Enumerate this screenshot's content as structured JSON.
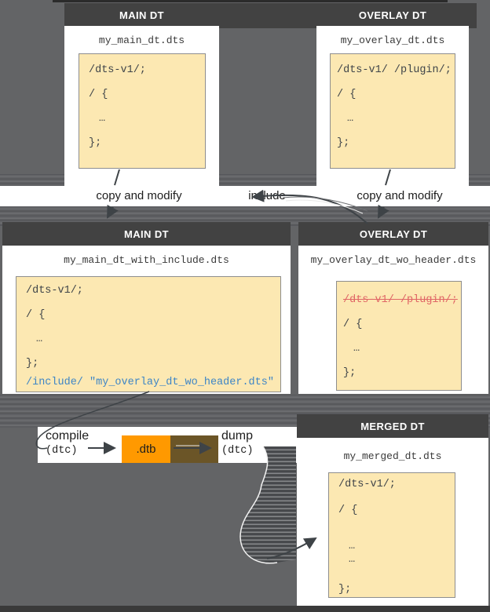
{
  "colors": {
    "bg": "#636466",
    "panel_header": "#424242",
    "panel_body": "#ffffff",
    "code_bg": "#fce8b2",
    "code_border": "#8e8e8e",
    "code_text": "#3f4449",
    "include_blue": "#3d85c6",
    "removed_red": "#e06666",
    "dtb_orange": "#ff9900",
    "dtb_brown": "#6b5527",
    "arrow": "#3e4347",
    "label_text": "#1d1d1d",
    "filename_text": "#3a3a3a"
  },
  "top_row": {
    "main": {
      "header": "MAIN DT",
      "filename": "my_main_dt.dts",
      "code": [
        "/dts-v1/;",
        "/ {",
        "…",
        "};"
      ]
    },
    "overlay": {
      "header": "OVERLAY DT",
      "filename": "my_overlay_dt.dts",
      "code": [
        "/dts-v1/ /plugin/;",
        "/ {",
        "…",
        "};"
      ]
    }
  },
  "band_labels": {
    "left": "copy and modify",
    "center": "include",
    "right": "copy and modify"
  },
  "middle_row": {
    "main": {
      "header": "MAIN DT",
      "filename": "my_main_dt_with_include.dts",
      "code": [
        "/dts-v1/;",
        "/ {",
        "…",
        "};",
        "/include/ \"my_overlay_dt_wo_header.dts\""
      ]
    },
    "overlay": {
      "header": "OVERLAY DT",
      "filename": "my_overlay_dt_wo_header.dts",
      "code": [
        "/dts-v1/ /plugin/;",
        "/ {",
        "…",
        "};"
      ]
    }
  },
  "compile_strip": {
    "compile_label": "compile",
    "compile_tool": "(dtc)",
    "dtb_label": ".dtb",
    "dump_label": "dump",
    "dump_tool": "(dtc)"
  },
  "merged": {
    "header": "MERGED DT",
    "filename": "my_merged_dt.dts",
    "code": [
      "/dts-v1/;",
      "/ {",
      "…",
      "…",
      "};"
    ]
  }
}
